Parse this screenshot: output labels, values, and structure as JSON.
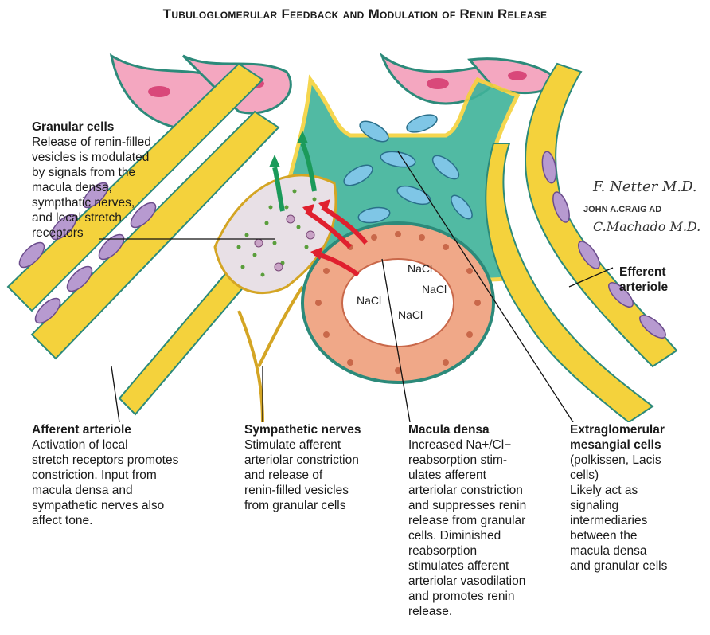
{
  "title": "Tubuloglomerular Feedback and Modulation of Renin Release",
  "labels": {
    "granular": {
      "head": "Granular cells",
      "body": "Release of renin-filled\nvesicles is modulated\nby signals from the\nmacula densa,\nsympthatic nerves,\nand local stretch\nreceptors"
    },
    "efferent": {
      "head": "Efferent\narteriole"
    },
    "afferent": {
      "head": "Afferent arteriole",
      "body": "Activation of local\nstretch receptors promotes\nconstriction. Input from\nmacula densa and\nsympathetic nerves also\naffect tone."
    },
    "sympathetic": {
      "head": "Sympathetic nerves",
      "body": "Stimulate afferent\narteriolar constriction\nand release of\nrenin-filled vesicles\nfrom granular cells"
    },
    "macula": {
      "head": "Macula densa",
      "body": "Increased Na+/Cl−\nreabsorption stim-\nulates afferent\narteriolar constriction\nand suppresses renin\nrelease from granular\ncells. Diminished\nreabsorption\nstimulates afferent\narteriolar vasodilation\nand promotes renin\nrelease."
    },
    "mesangial": {
      "head": "Extraglomerular\nmesangial cells",
      "body": "(polkissen, Lacis\ncells)\nLikely act as\nsignaling\nintermediaries\nbetween the\nmacula densa\nand granular cells"
    }
  },
  "nacl": [
    "NaCl",
    "NaCl",
    "NaCl",
    "NaCl"
  ],
  "signature": {
    "line1": "F. Netter M.D.",
    "line2": "JOHN A.CRAIG AD",
    "line3": "C.Machado M.D."
  },
  "colors": {
    "glomerulus_pink": "#f4a7c0",
    "glomerulus_dark": "#d9487a",
    "membrane_teal": "#2c8a7a",
    "mesangial_green": "#3fb39a",
    "endothelium_yellow": "#f4d23c",
    "smooth_muscle_purple": "#b79ad0",
    "macula_orange": "#f0a888",
    "granule_green": "#5a9e3c",
    "arrow_red": "#e0202e",
    "arrow_green": "#1b9a5a"
  }
}
